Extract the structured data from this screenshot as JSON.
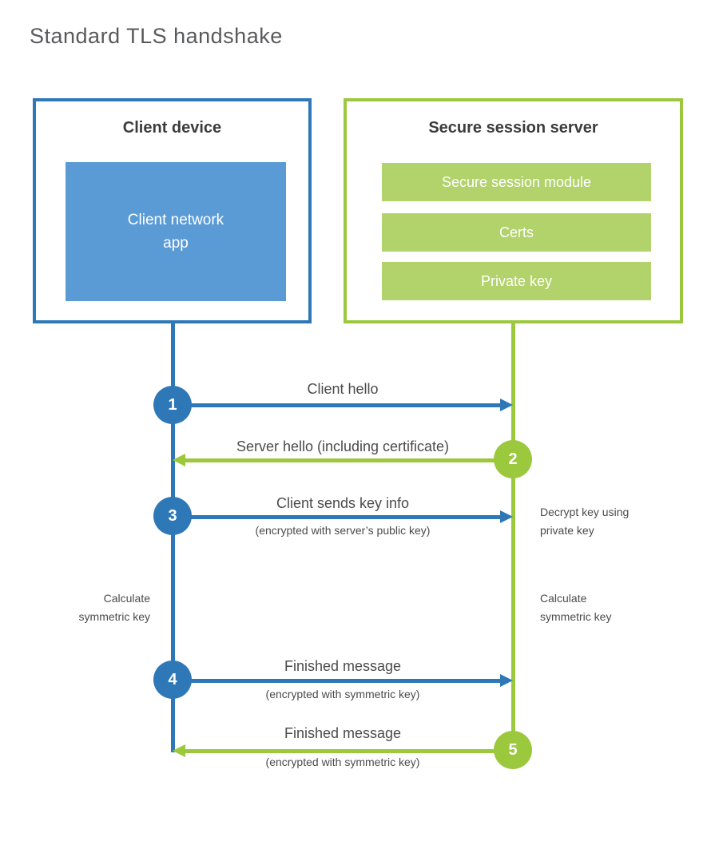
{
  "title": "Standard TLS handshake",
  "client": {
    "title": "Client device",
    "app_lines": [
      "Client network",
      "app"
    ]
  },
  "server": {
    "title": "Secure session server",
    "modules": [
      "Secure session module",
      "Certs",
      "Private key"
    ]
  },
  "steps": [
    {
      "num": "1",
      "label": "Client hello",
      "dir": "right",
      "actor": "client"
    },
    {
      "num": "2",
      "label": "Server hello (including certificate)",
      "dir": "left",
      "actor": "server"
    },
    {
      "num": "3",
      "label": "Client sends key info",
      "sub": "(encrypted with server’s public key)",
      "dir": "right",
      "actor": "client"
    },
    {
      "num": "4",
      "label": "Finished message",
      "sub": "(encrypted with symmetric key)",
      "dir": "right",
      "actor": "client"
    },
    {
      "num": "5",
      "label": "Finished message",
      "sub": "(encrypted with symmetric key)",
      "dir": "left",
      "actor": "server"
    }
  ],
  "notes": {
    "decrypt": {
      "lines": [
        "Decrypt key using",
        "private key"
      ]
    },
    "calc_client": {
      "lines": [
        "Calculate",
        "symmetric key"
      ]
    },
    "calc_server": {
      "lines": [
        "Calculate",
        "symmetric key"
      ]
    }
  },
  "colors": {
    "blue": "#2e78b8",
    "blue_light": "#5b9bd5",
    "green": "#9cc83d",
    "green_light": "#b2d26b",
    "heading": "#3b3b3d",
    "text": "#4a4b4d",
    "title": "#595a5c"
  }
}
